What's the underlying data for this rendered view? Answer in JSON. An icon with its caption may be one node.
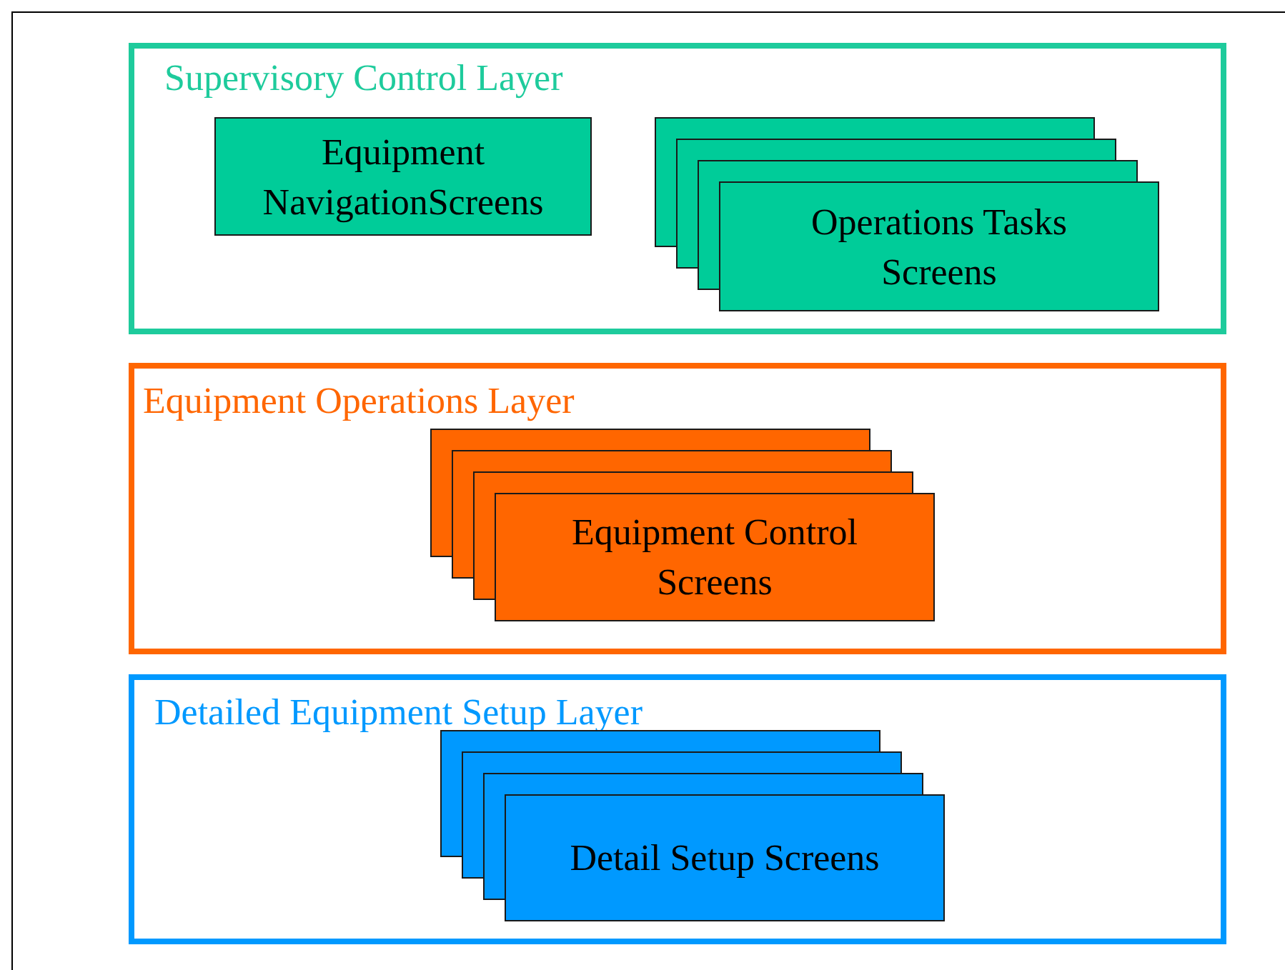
{
  "diagram": {
    "nodes": [
      {
        "text": [
          "Supervisory Control Layer"
        ]
      },
      {
        "text": [
          "Equipment NavigationScreens"
        ],
        "in": 0
      },
      {
        "text": [
          "Operations Tasks Screens"
        ],
        "in": 0
      },
      {
        "text": [
          "Equipment Operations Layer"
        ]
      },
      {
        "text": [
          "Equipment Control Screens"
        ],
        "in": 3
      },
      {
        "text": [
          "Detailed Equipment Setup Layer"
        ]
      },
      {
        "text": [
          "Detail Setup Screens"
        ],
        "in": 5
      }
    ]
  }
}
